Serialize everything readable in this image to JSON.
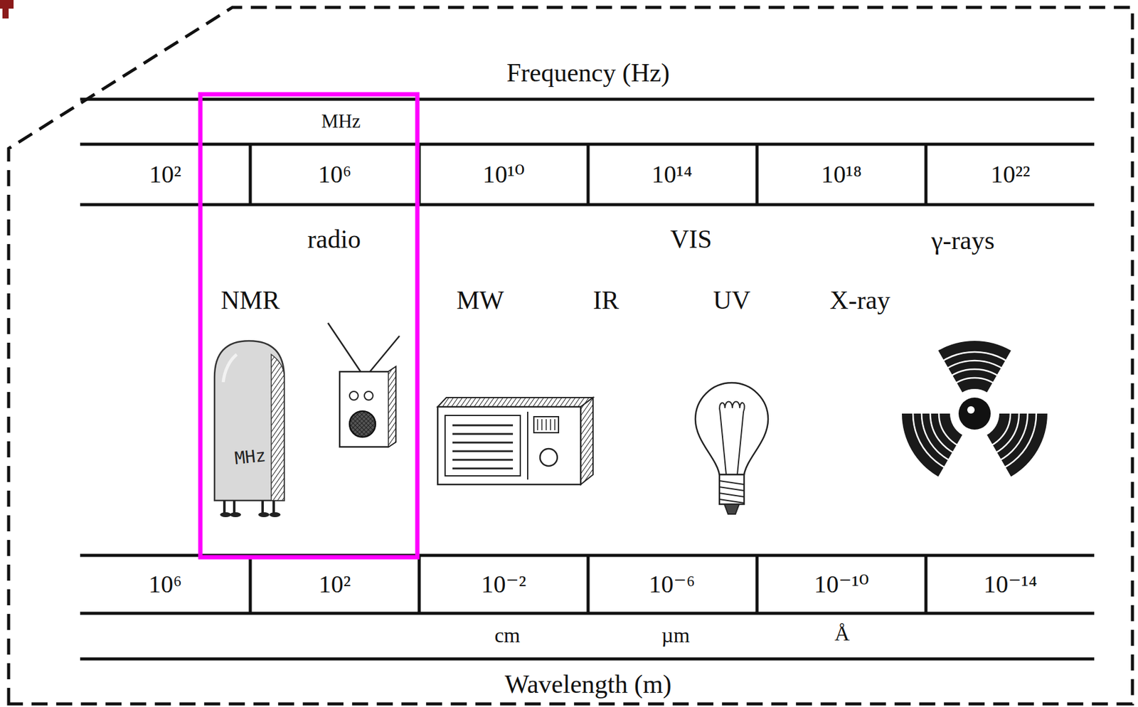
{
  "diagram": {
    "labels": [
      "Frequency (Hz)",
      "MHz",
      "10²",
      "10⁶",
      "10¹⁰",
      "10¹⁴",
      "10¹⁸",
      "10²²",
      "radio",
      "VIS",
      "γ-rays",
      "NMR",
      "MW",
      "IR",
      "UV",
      "X-ray",
      "MHz",
      "10⁶",
      "10²",
      "10⁻²",
      "10⁻⁶",
      "10⁻¹⁰",
      "10⁻¹⁴",
      "cm",
      "µm",
      "Å",
      "Wavelength (m)"
    ]
  }
}
